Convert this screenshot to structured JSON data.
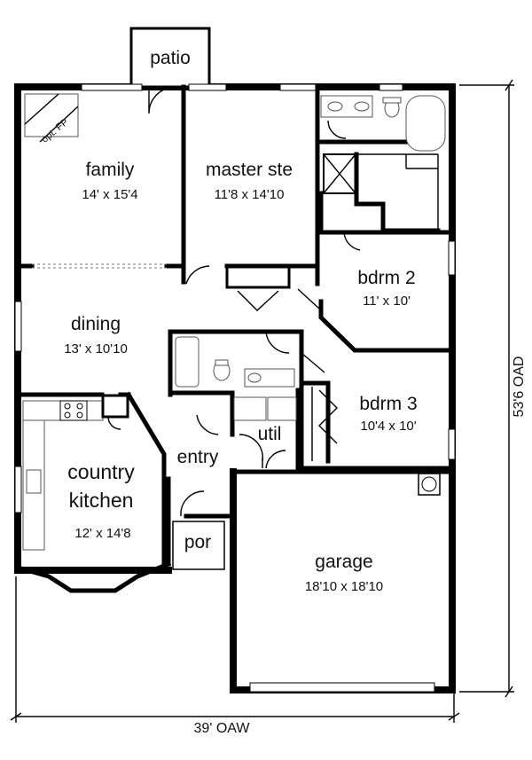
{
  "rooms": {
    "patio": {
      "name": "patio"
    },
    "family": {
      "name": "family",
      "dim": "14' x 15'4"
    },
    "opt_fp": {
      "name": "opt. FP"
    },
    "master": {
      "name": "master ste",
      "dim": "11'8 x 14'10"
    },
    "bdrm2": {
      "name": "bdrm 2",
      "dim": "11' x 10'"
    },
    "dining": {
      "name": "dining",
      "dim": "13' x 10'10"
    },
    "bdrm3": {
      "name": "bdrm 3",
      "dim": "10'4 x 10'"
    },
    "util": {
      "name": "util"
    },
    "entry": {
      "name": "entry"
    },
    "kitchen": {
      "name1": "country",
      "name2": "kitchen",
      "dim": "12' x 14'8"
    },
    "por": {
      "name": "por"
    },
    "garage": {
      "name": "garage",
      "dim": "18'10 x 18'10"
    }
  },
  "dimensions": {
    "width": "39' OAW",
    "depth": "53'6 OAD"
  }
}
